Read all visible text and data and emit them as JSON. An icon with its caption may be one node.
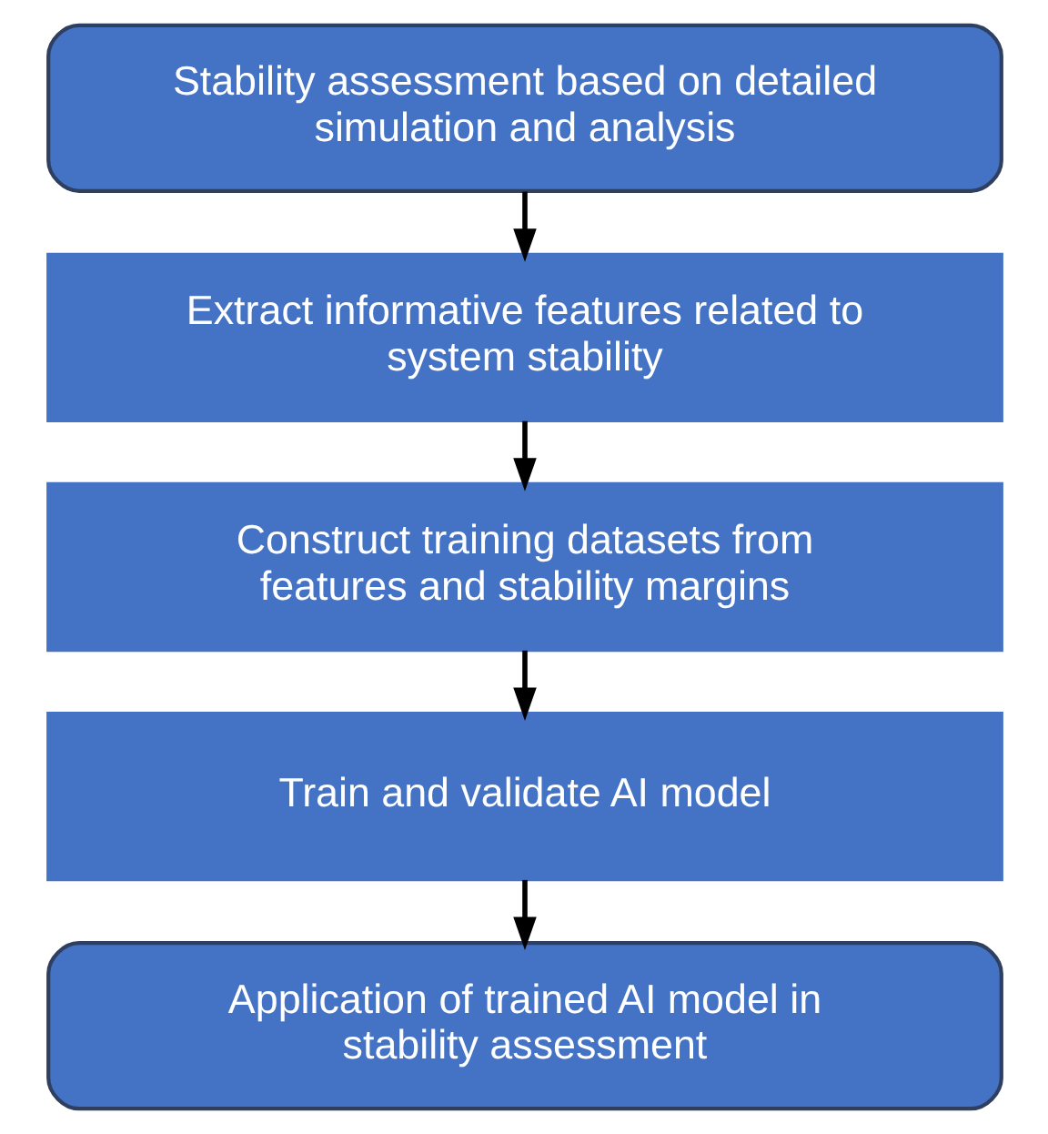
{
  "diagram": {
    "nodes": [
      {
        "text": [
          "Stability assessment based on detailed simulation and analysis"
        ]
      },
      {
        "text": [
          "Extract informative features related to system stability"
        ]
      },
      {
        "text": [
          "Construct training datasets from features and stability margins"
        ]
      },
      {
        "text": [
          "Train and validate AI model"
        ]
      },
      {
        "text": [
          "Application of trained AI model in stability assessment"
        ]
      }
    ],
    "edges": [
      {
        "from": 0,
        "to": 1,
        "arrow": "to"
      },
      {
        "from": 1,
        "to": 2,
        "arrow": "to"
      },
      {
        "from": 2,
        "to": 3,
        "arrow": "to"
      },
      {
        "from": 3,
        "to": 4,
        "arrow": "to"
      }
    ]
  }
}
